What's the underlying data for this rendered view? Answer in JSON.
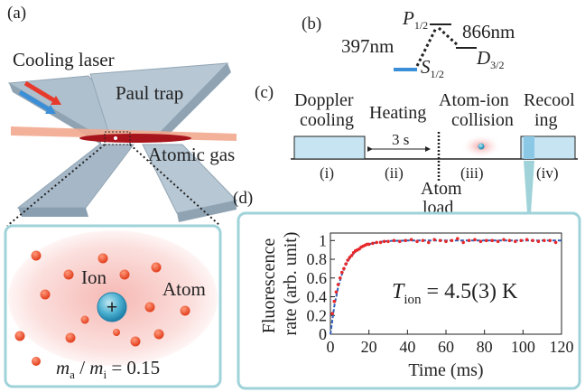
{
  "panel_a": {
    "label": "(a)",
    "cooling_laser": "Cooling laser",
    "paul_trap": "Paul trap",
    "atomic_gas": "Atomic gas",
    "ion_label": "Ion",
    "atom_label": "Atom",
    "ion_symbol": "+",
    "mass_ratio": {
      "ma": "m",
      "ma_sub": "a",
      "slash": " / ",
      "mi": "m",
      "mi_sub": "i",
      "value": " = 0.15"
    }
  },
  "panel_b": {
    "label": "(b)",
    "p_level": "P",
    "p_sub": "1/2",
    "s_level": "S",
    "s_sub": "1/2",
    "d_level": "D",
    "d_sub": "3/2",
    "wl_397": "397nm",
    "wl_866": "866nm"
  },
  "panel_c": {
    "label": "(c)",
    "doppler_1": "Doppler",
    "doppler_2": "cooling",
    "heating": "Heating",
    "collision_1": "Atom-ion",
    "collision_2": "collision",
    "recool_1": "Recool",
    "recool_2": "ing",
    "duration": "3 s",
    "atom_load_1": "Atom",
    "atom_load_2": "load",
    "stage_1": "(i)",
    "stage_2": "(ii)",
    "stage_3": "(iii)",
    "stage_4": "(iv)"
  },
  "panel_d": {
    "label": "(d)",
    "annotation_main": "T",
    "annotation_sub": "ion",
    "annotation_value": " = 4.5(3) K"
  },
  "colors": {
    "laser_red": "#e83a2c",
    "laser_blue": "#3a8fd8",
    "trap": "#a9bccb",
    "inset_border": "#9fd3d9",
    "sequence_box": "#c6e4f2",
    "data_red": "#e8282a",
    "fit_blue": "#2f5fb8"
  },
  "chart_data": {
    "type": "scatter",
    "xlabel": "Time (ms)",
    "ylabel": "Fluorescence rate (arb. unit)",
    "xlim": [
      0,
      120
    ],
    "ylim": [
      0,
      1.08
    ],
    "xticks": [
      "0",
      "20",
      "40",
      "60",
      "80",
      "100",
      "120"
    ],
    "yticks": [
      "0",
      "0.2",
      "0.4",
      "0.6",
      "0.8",
      "1"
    ],
    "series": [
      {
        "kind": "points",
        "color": "#e8282a",
        "x": [
          1,
          2,
          3,
          4,
          5,
          6,
          7,
          8,
          9,
          10,
          11,
          12,
          13,
          14,
          15,
          16,
          17,
          18,
          19,
          20,
          22,
          24,
          26,
          28,
          30,
          33,
          36,
          39,
          42,
          45,
          48,
          51,
          54,
          57,
          60,
          63,
          66,
          69,
          72,
          75,
          78,
          81,
          84,
          87,
          90,
          93,
          96,
          99,
          102,
          105,
          108,
          111,
          114,
          117
        ],
        "y": [
          0.22,
          0.35,
          0.45,
          0.53,
          0.6,
          0.66,
          0.7,
          0.75,
          0.79,
          0.82,
          0.84,
          0.87,
          0.89,
          0.9,
          0.91,
          0.93,
          0.94,
          0.95,
          0.96,
          0.96,
          0.97,
          0.98,
          0.98,
          0.99,
          0.99,
          1.0,
          0.99,
          1.0,
          1.01,
          0.99,
          1.0,
          0.98,
          1.01,
          1.0,
          0.99,
          1.0,
          1.02,
          0.98,
          1.0,
          1.01,
          0.99,
          1.0,
          1.0,
          0.99,
          1.01,
          1.0,
          0.99,
          1.0,
          1.01,
          1.0,
          0.99,
          1.0,
          1.0,
          0.98
        ]
      },
      {
        "kind": "fit",
        "color": "#2f5fb8",
        "x": [
          0,
          2,
          4,
          6,
          8,
          10,
          12,
          14,
          16,
          18,
          20,
          25,
          30,
          40,
          60,
          80,
          100,
          120
        ],
        "y": [
          0.0,
          0.3,
          0.5,
          0.64,
          0.74,
          0.81,
          0.86,
          0.9,
          0.93,
          0.95,
          0.96,
          0.985,
          0.995,
          1.0,
          1.0,
          1.0,
          1.0,
          1.0
        ]
      }
    ]
  }
}
